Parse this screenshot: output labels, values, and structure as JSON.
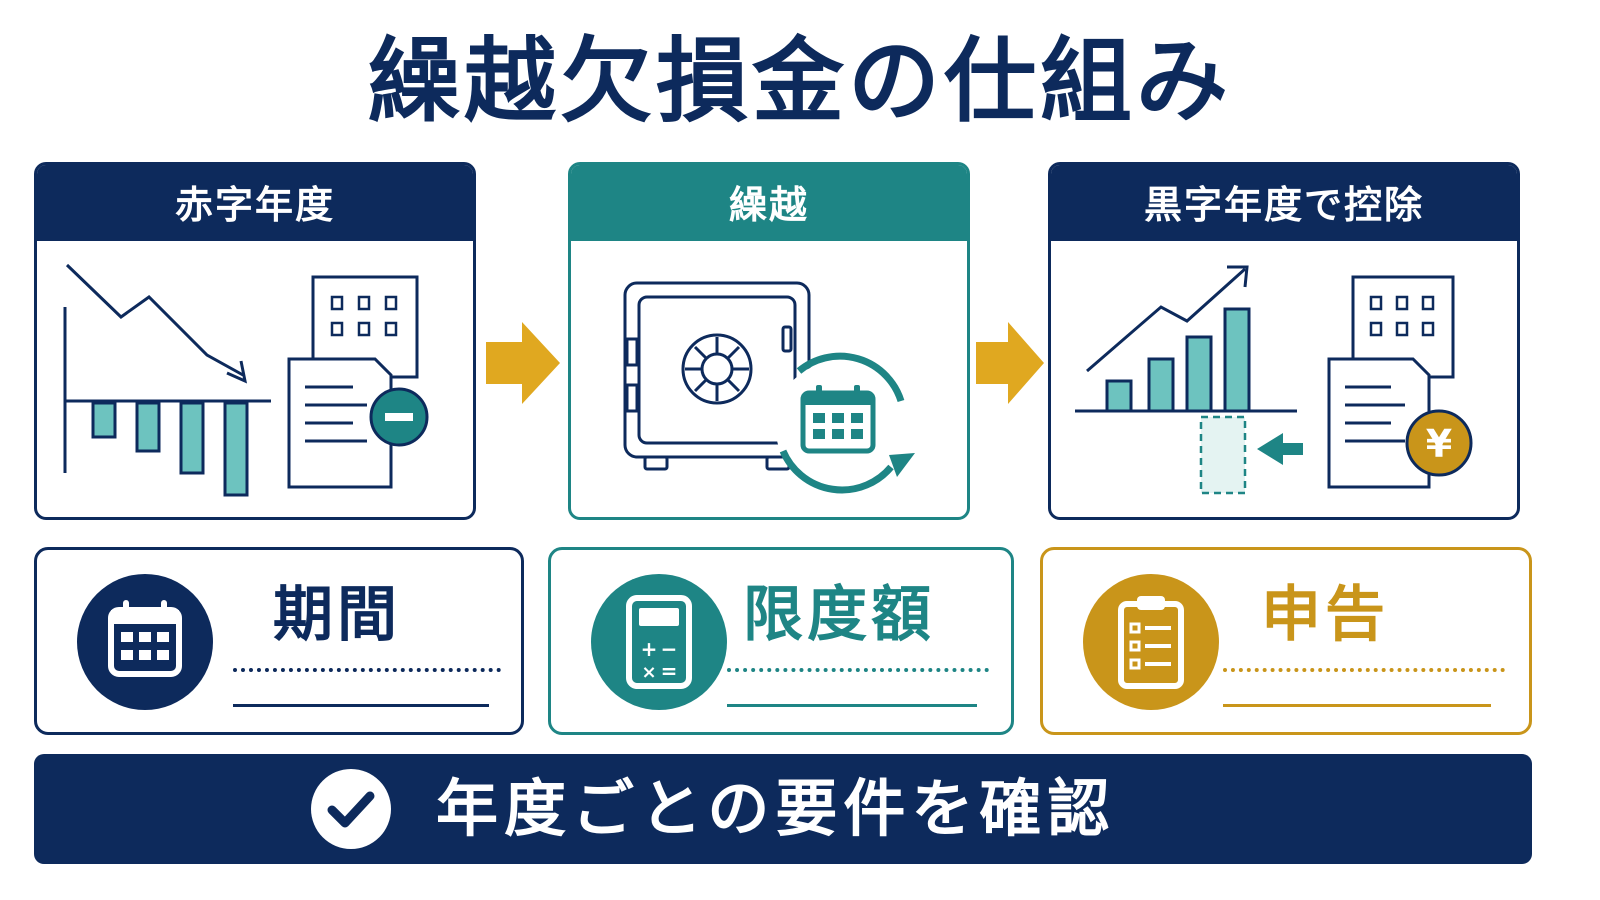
{
  "title": "繰越欠損金の仕組み",
  "colors": {
    "navy": "#0d2a5c",
    "teal": "#1e8585",
    "gold": "#c9951a",
    "arrow": "#e0a820",
    "bar_fill": "#6dc3bf"
  },
  "steps": [
    {
      "label": "赤字年度",
      "icons": [
        "declining-chart-icon",
        "building-icon",
        "document-minus-icon"
      ]
    },
    {
      "label": "繰越",
      "icons": [
        "safe-icon",
        "calendar-cycle-icon"
      ]
    },
    {
      "label": "黒字年度で控除",
      "icons": [
        "rising-chart-icon",
        "building-icon",
        "document-yen-icon",
        "deduct-arrow-icon"
      ]
    }
  ],
  "cards": [
    {
      "label": "期間",
      "icon": "calendar-icon"
    },
    {
      "label": "限度額",
      "icon": "calculator-icon"
    },
    {
      "label": "申告",
      "icon": "clipboard-icon"
    }
  ],
  "footer": {
    "text": "年度ごとの要件を確認",
    "icon": "check-icon"
  }
}
